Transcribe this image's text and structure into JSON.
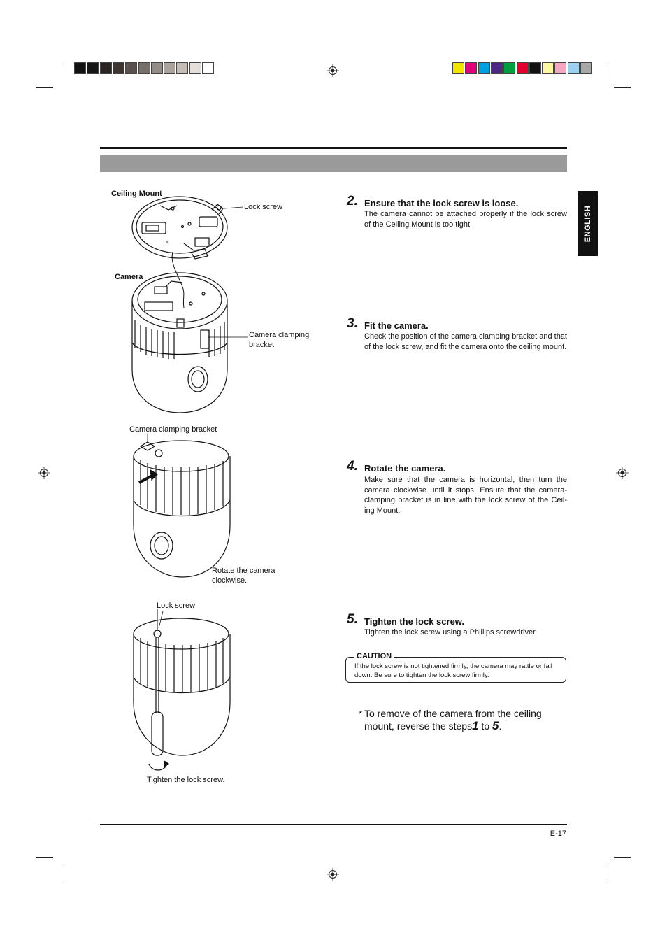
{
  "color_bars": {
    "gray": [
      "#111111",
      "#161616",
      "#2a2522",
      "#3d3532",
      "#5a514c",
      "#77706a",
      "#948c86",
      "#aaa29c",
      "#c4bdb7",
      "#e4dfdb",
      "#ffffff"
    ],
    "color": [
      "#f2e600",
      "#e2007a",
      "#00a0e0",
      "#4b2a86",
      "#00a040",
      "#e10030",
      "#111111",
      "#fdf7a8",
      "#f5a7c2",
      "#9ccff0",
      "#a8a8a8"
    ]
  },
  "language_tab": "ENGLISH",
  "figure": {
    "ceiling_mount_label": "Ceiling Mount",
    "lock_screw_label_1": "Lock screw",
    "camera_label": "Camera",
    "camera_clamping_bracket_label_1": "Camera clamping bracket",
    "camera_clamping_bracket_label_2": "Camera clamping bracket",
    "rotate_label": "Rotate the camera clockwise.",
    "lock_screw_label_2": "Lock screw",
    "tighten_label": "Tighten the lock screw."
  },
  "steps": [
    {
      "number": "2.",
      "title": "Ensure that the lock screw is loose.",
      "body": "The camera cannot be attached properly if the lock screw of the Ceiling Mount is too tight."
    },
    {
      "number": "3.",
      "title": "Fit the camera.",
      "body": "Check the position of the camera clamping bracket and that of the lock screw, and fit the camera onto the ceiling mount."
    },
    {
      "number": "4.",
      "title": "Rotate the camera.",
      "body": "Make sure that the camera is horizontal, then turn the camera clockwise until it stops.  Ensure that the camera-clamping bracket is in line with the lock screw of the Ceil-ing Mount."
    },
    {
      "number": "5.",
      "title": "Tighten the lock screw.",
      "body": "Tighten the lock screw using a Phillips screwdriver."
    }
  ],
  "caution": {
    "label": "CAUTION",
    "text": "If the lock screw is not tightened firmly, the camera may rattle or fall down. Be sure to tighten the lock screw firmly."
  },
  "note": {
    "asterisk": "*",
    "text_before": "To remove of the camera from the ceiling mount, reverse the steps",
    "from_step": "1",
    "middle": " to ",
    "to_step": "5",
    "end": "."
  },
  "page_number": "E-17"
}
